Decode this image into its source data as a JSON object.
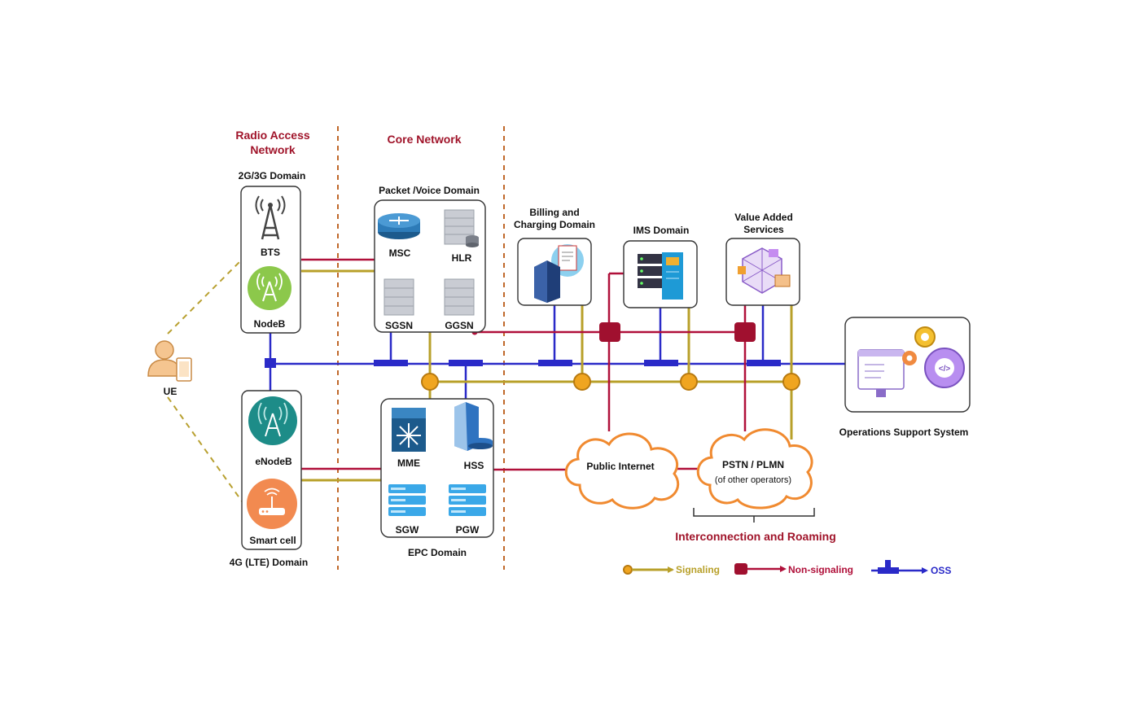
{
  "sections": {
    "ran": [
      "Radio Access",
      "Network"
    ],
    "core": "Core Network"
  },
  "domains": {
    "d2g3g": "2G/3G Domain",
    "d4g": "4G (LTE) Domain",
    "packet_voice": "Packet /Voice Domain",
    "epc": "EPC Domain",
    "billing": [
      "Billing and",
      "Charging Domain"
    ],
    "ims": "IMS Domain",
    "vas": [
      "Value Added",
      "Services"
    ],
    "oss": "Operations Support System"
  },
  "nodes": {
    "ue": "UE",
    "bts": "BTS",
    "nodeb": "NodeB",
    "enodeb": "eNodeB",
    "smartcell": "Smart cell",
    "msc": "MSC",
    "hlr": "HLR",
    "sgsn": "SGSN",
    "ggsn": "GGSN",
    "mme": "MME",
    "hss": "HSS",
    "sgw": "SGW",
    "pgw": "PGW"
  },
  "clouds": {
    "internet": "Public Internet",
    "pstn": "PSTN / PLMN",
    "pstn_sub": "(of other operators)",
    "interconnect": "Interconnection and Roaming"
  },
  "legend": {
    "signaling": "Signaling",
    "non_signaling": "Non-signaling",
    "oss": "OSS"
  },
  "colors": {
    "signaling": "#b8a02a",
    "non_signaling": "#b0103a",
    "oss": "#2a2ac8",
    "section_title": "#a0142a",
    "cloud_stroke": "#f08a30",
    "divider": "#c0682a"
  },
  "icons": {
    "ue": "user-with-phone-icon",
    "bts": "radio-tower-icon",
    "nodeb": "antenna-circle-icon",
    "enodeb": "cell-tower-circle-icon",
    "smartcell": "router-circle-icon",
    "msc": "router-icon",
    "hlr": "database-server-icon",
    "sgsn": "server-rack-icon",
    "ggsn": "server-rack-icon",
    "mme": "switch-icon",
    "hss": "server-with-disk-icon",
    "sgw": "server-stack-icon",
    "pgw": "server-stack-icon",
    "billing": "billing-server-icon",
    "ims": "ims-server-icon",
    "vas": "network-hexagon-icon",
    "oss": "gears-monitor-icon"
  }
}
